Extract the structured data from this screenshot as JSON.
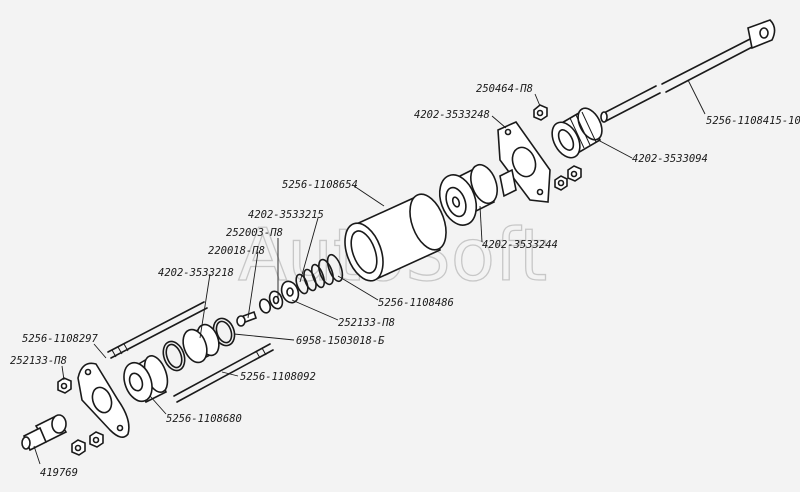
{
  "watermark": "AutoSoft",
  "labels": {
    "rod": "5256-1108415-10",
    "nut_top": "250464-П8",
    "flange_top": "4202-3533248",
    "bellows": "4202-3533094",
    "cylinder": "5256-1108654",
    "piston": "4202-3533244",
    "guide": "4202-3533215",
    "washer_a": "252003-П8",
    "washer_b": "220018-П8",
    "end_cap": "4202-3533218",
    "spring_set": "5256-1108486",
    "washer_c": "252133-П8",
    "oring": "6958-1503018-Б",
    "bottom_flange": "5256-1108297",
    "nut_bottom": "252133-П8",
    "long_stud": "5256-1108092",
    "bushing": "5256-1108680",
    "fitting": "419769"
  }
}
